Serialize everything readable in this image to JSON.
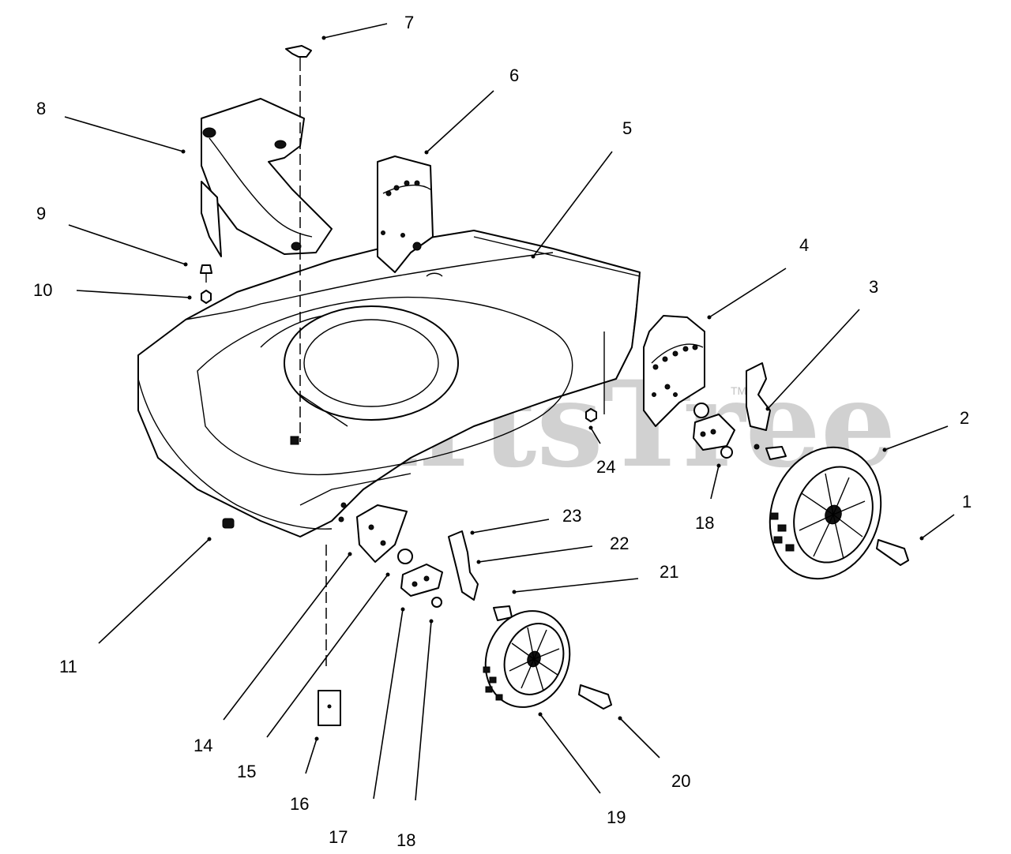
{
  "watermark": {
    "text": "PartsTree",
    "trademark": "TM"
  },
  "callouts": [
    {
      "id": "c1",
      "label": "1"
    },
    {
      "id": "c2",
      "label": "2"
    },
    {
      "id": "c3",
      "label": "3"
    },
    {
      "id": "c4",
      "label": "4"
    },
    {
      "id": "c5",
      "label": "5"
    },
    {
      "id": "c6",
      "label": "6"
    },
    {
      "id": "c7",
      "label": "7"
    },
    {
      "id": "c8",
      "label": "8"
    },
    {
      "id": "c9",
      "label": "9"
    },
    {
      "id": "c10",
      "label": "10"
    },
    {
      "id": "c11",
      "label": "11"
    },
    {
      "id": "c14",
      "label": "14"
    },
    {
      "id": "c15",
      "label": "15"
    },
    {
      "id": "c16",
      "label": "16"
    },
    {
      "id": "c17",
      "label": "17"
    },
    {
      "id": "c18a",
      "label": "18"
    },
    {
      "id": "c18b",
      "label": "18"
    },
    {
      "id": "c19",
      "label": "19"
    },
    {
      "id": "c20",
      "label": "20"
    },
    {
      "id": "c21",
      "label": "21"
    },
    {
      "id": "c22",
      "label": "22"
    },
    {
      "id": "c23",
      "label": "23"
    },
    {
      "id": "c24",
      "label": "24"
    }
  ]
}
